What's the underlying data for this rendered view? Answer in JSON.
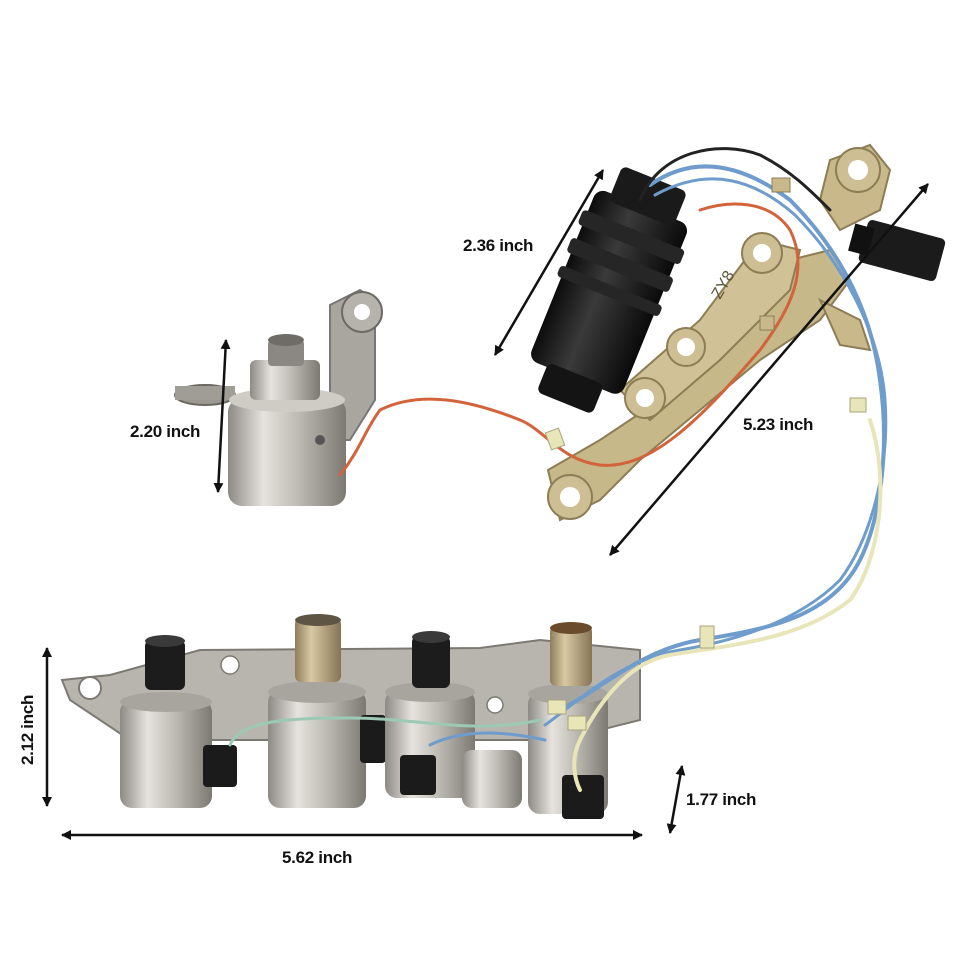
{
  "product": {
    "type": "transmission solenoid kit with wiring harness",
    "part_marking": "ZY8",
    "colors": {
      "metal": "#b9b6b0",
      "bracket_brass": "#c9b98a",
      "black_plastic": "#1c1c1c",
      "wire_orange": "#d2633a",
      "wire_blue": "#6e9ccc",
      "wire_cream": "#e8e6b8",
      "wire_green": "#9cc9b4"
    }
  },
  "dimensions": {
    "single_solenoid_height": "2.20 inch",
    "sensor_length": "2.36 inch",
    "bracket_length": "5.23 inch",
    "pack_height": "2.12 inch",
    "solenoid_height": "1.77 inch",
    "pack_width": "5.62 inch"
  }
}
